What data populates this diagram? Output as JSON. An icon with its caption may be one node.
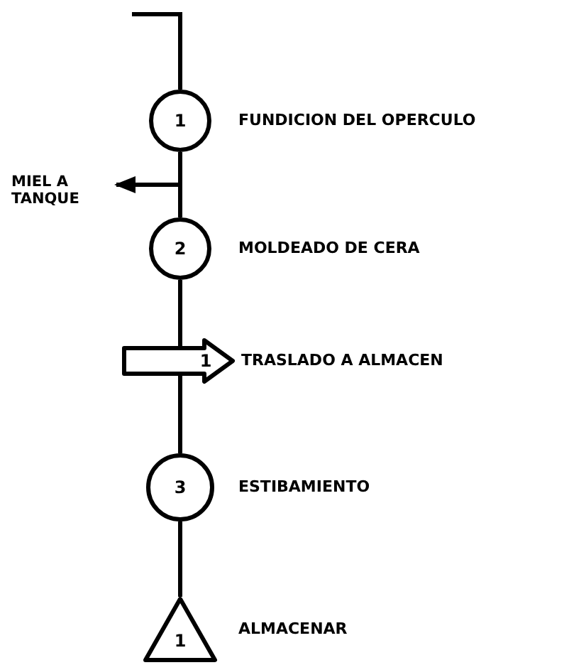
{
  "diagram": {
    "nodes": [
      {
        "text": [
          "1"
        ],
        "beside": [
          "FUNDICION DEL OPERCULO"
        ]
      },
      {
        "text": [
          "MIEL A TANQUE"
        ]
      },
      {
        "text": [
          "2"
        ],
        "beside": [
          "MOLDEADO DE CERA"
        ]
      },
      {
        "text": [
          "1"
        ],
        "beside": [
          "TRASLADO A ALMACEN"
        ]
      },
      {
        "text": [
          "3"
        ],
        "beside": [
          "ESTIBAMIENTO"
        ]
      },
      {
        "text": [
          "1"
        ],
        "beside": [
          "ALMACENAR"
        ]
      }
    ],
    "edges": [
      {
        "from": null,
        "to": 0,
        "arrow": "none"
      },
      {
        "from": 0,
        "to": 1,
        "arrow": "to"
      },
      {
        "from": 0,
        "to": 2,
        "arrow": "none"
      },
      {
        "from": 2,
        "to": 3,
        "arrow": "none"
      },
      {
        "from": 3,
        "to": 4,
        "arrow": "none"
      },
      {
        "from": 4,
        "to": 5,
        "arrow": "none"
      }
    ]
  }
}
